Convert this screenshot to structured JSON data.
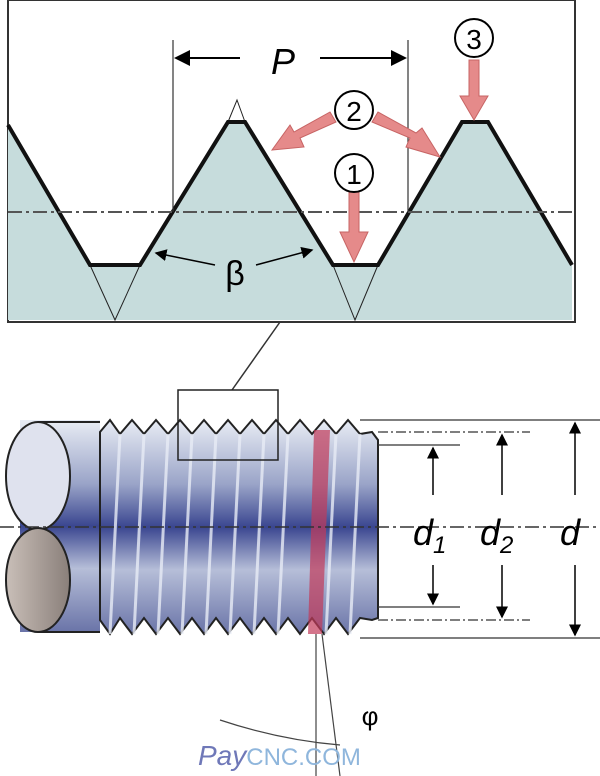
{
  "profile": {
    "pitch_label": "P",
    "angle_label": "β",
    "callouts": [
      "1",
      "2",
      "3"
    ]
  },
  "bolt": {
    "dimensions": {
      "minor_base": "d",
      "minor_sub": "1",
      "pitch_base": "d",
      "pitch_sub": "2",
      "major": "d"
    },
    "helix_angle_label": "φ"
  },
  "watermark": {
    "part1": "Pay",
    "part2": "CNC.COM"
  },
  "colors": {
    "fill": "#c6dcdc",
    "callout": "#e58a8a",
    "watermark1": "#6f78b8",
    "watermark2": "#8fb6dc"
  }
}
